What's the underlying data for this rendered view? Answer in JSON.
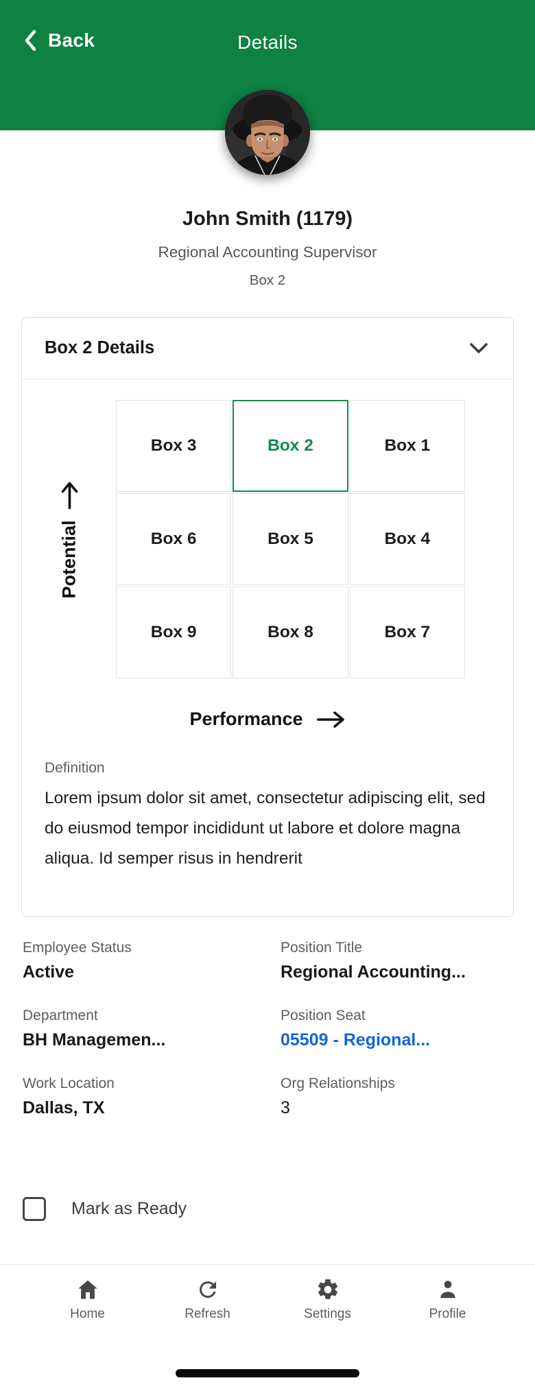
{
  "header": {
    "back_label": "Back",
    "title": "Details"
  },
  "profile": {
    "name": "John Smith (1179)",
    "job_title": "Regional Accounting Supervisor",
    "box_label": "Box 2"
  },
  "card": {
    "title": "Box 2 Details",
    "matrix": {
      "rows": [
        [
          "Box 3",
          "Box 2",
          "Box 1"
        ],
        [
          "Box 6",
          "Box 5",
          "Box 4"
        ],
        [
          "Box 9",
          "Box 8",
          "Box 7"
        ]
      ],
      "selected_box": "Box 2",
      "y_axis_label": "Potential",
      "x_axis_label": "Performance"
    },
    "definition_label": "Definition",
    "definition_text": "Lorem ipsum dolor sit amet, consectetur adipiscing elit, sed do eiusmod tempor incididunt ut labore et dolore magna aliqua. Id semper risus in hendrerit"
  },
  "fields": [
    {
      "label": "Employee Status",
      "value": "Active"
    },
    {
      "label": "Position Title",
      "value": "Regional Accounting..."
    },
    {
      "label": "Department",
      "value": "BH Managemen..."
    },
    {
      "label": "Position Seat",
      "value": "05509 - Regional..."
    },
    {
      "label": "Work Location",
      "value": "Dallas, TX"
    },
    {
      "label": "Org Relationships",
      "value": "3"
    }
  ],
  "checkbox": {
    "label": "Mark as Ready",
    "checked": false
  },
  "nav": {
    "items": [
      {
        "label": "Home",
        "icon": "home-icon"
      },
      {
        "label": "Refresh",
        "icon": "refresh-icon"
      },
      {
        "label": "Settings",
        "icon": "gear-icon"
      },
      {
        "label": "Profile",
        "icon": "person-icon"
      }
    ]
  },
  "colors": {
    "header_green": "#0E8143",
    "selected_box_green": "#17894A",
    "link_blue": "#1266D6"
  }
}
